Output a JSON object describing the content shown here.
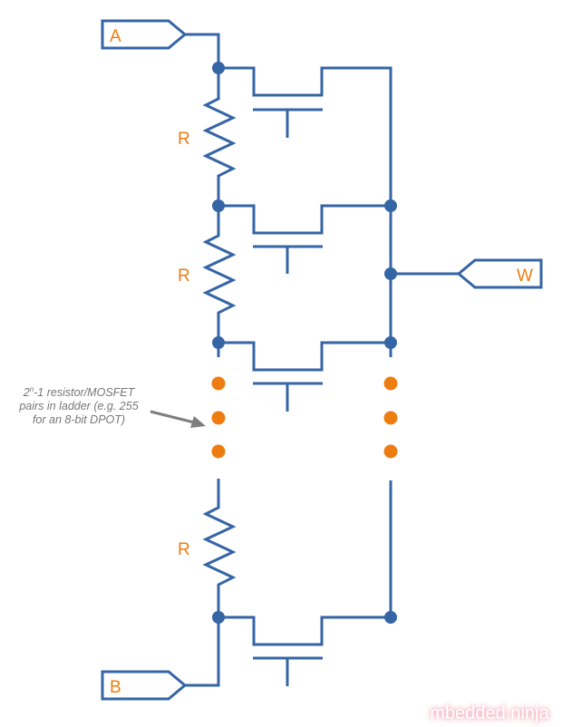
{
  "diagram": {
    "title": "Digital potentiometer resistor/MOSFET ladder",
    "terminals": {
      "a": "A",
      "b": "B",
      "w": "W"
    },
    "resistor_label": "R",
    "resistors": [
      {
        "label": "R"
      },
      {
        "label": "R"
      },
      {
        "label": "R"
      }
    ],
    "annotation": {
      "line1_prefix": "2",
      "line1_sup": "n",
      "line1_suffix": "-1 resistor/MOSFET",
      "line2": "pairs in ladder (e.g. 255",
      "line3": "for an 8-bit DPOT)"
    },
    "colors": {
      "wire": "#3565a5",
      "label": "#ee7d11",
      "ellipsis_dots": "#ee7d11",
      "annotation": "#777777"
    },
    "watermark": "mbedded.ninja"
  }
}
